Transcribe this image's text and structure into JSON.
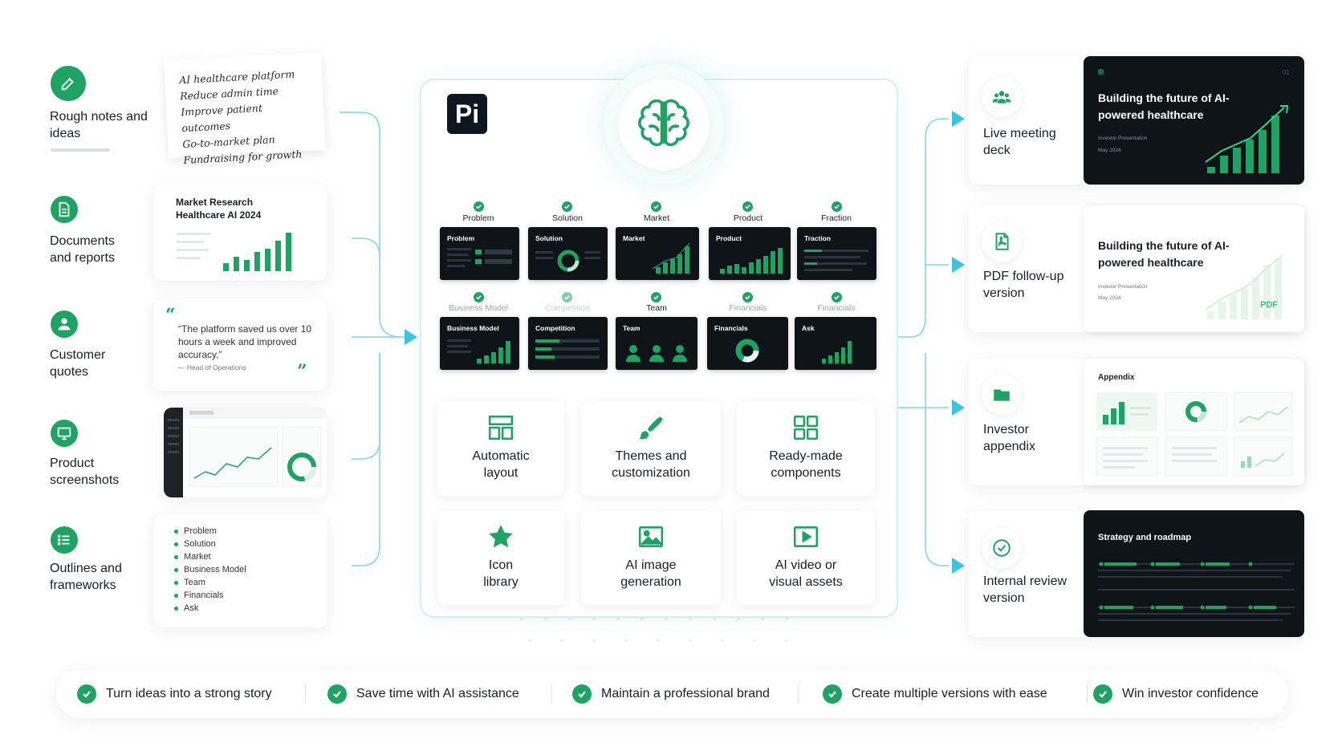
{
  "inputs": {
    "rough_notes": {
      "label": "Rough notes and ideas",
      "lines": [
        "AI healthcare platform",
        "Reduce admin time",
        "Improve patient outcomes",
        "Go-to-market plan",
        "Fundraising for growth"
      ]
    },
    "documents": {
      "label": "Documents and reports",
      "title_line1": "Market Research",
      "title_line2": "Healthcare AI 2024"
    },
    "quotes": {
      "label": "Customer quotes",
      "quote": "“The platform saved us over 10 hours a week and improved accuracy.”",
      "attribution": "— Head of Operations"
    },
    "screenshots": {
      "label": "Product screenshots"
    },
    "outlines": {
      "label": "Outlines and frameworks",
      "items": [
        "Problem",
        "Solution",
        "Market",
        "Business Model",
        "Team",
        "Financials",
        "Ask"
      ]
    }
  },
  "center": {
    "logo_text": "Pi",
    "steps_top": [
      "Problem",
      "Solution",
      "Market",
      "Product",
      "Fraction"
    ],
    "slides_top": [
      "Problem",
      "Solution",
      "Market",
      "Product",
      "Traction"
    ],
    "steps_bottom": [
      "Business Model",
      "Competition",
      "Team",
      "Financials",
      "Financials"
    ],
    "slides_bottom": [
      "Business Model",
      "Competition",
      "Team",
      "Financials",
      "Ask"
    ],
    "features": [
      {
        "label": "Automatic layout",
        "icon": "layout-icon"
      },
      {
        "label": "Themes and customization",
        "icon": "brush-icon"
      },
      {
        "label": "Ready-made components",
        "icon": "components-icon"
      },
      {
        "label": "Icon library",
        "icon": "star-icon"
      },
      {
        "label": "AI image generation",
        "icon": "image-icon"
      },
      {
        "label": "AI video or visual assets",
        "icon": "video-icon"
      }
    ]
  },
  "outputs": {
    "live_deck": {
      "label": "Live meeting deck",
      "title": "Building the future of AI-powered healthcare",
      "sub1": "Investor Presentation",
      "sub2": "May 2024",
      "page": "01"
    },
    "pdf": {
      "label": "PDF follow-up version",
      "title": "Building the future of AI-powered healthcare",
      "sub1": "Investor Presentation",
      "sub2": "May 2024",
      "badge": "PDF"
    },
    "appendix": {
      "label": "Investor appendix",
      "title": "Appendix"
    },
    "internal": {
      "label": "Internal review version",
      "title": "Strategy and roadmap"
    }
  },
  "benefits": [
    "Turn ideas into a strong story",
    "Save time with AI assistance",
    "Maintain a professional brand",
    "Create multiple versions with ease",
    "Win investor confidence"
  ],
  "colors": {
    "accent_green": "#1fa363",
    "connector_blue": "#3bc4e0",
    "dark_slide": "#0f1418"
  }
}
